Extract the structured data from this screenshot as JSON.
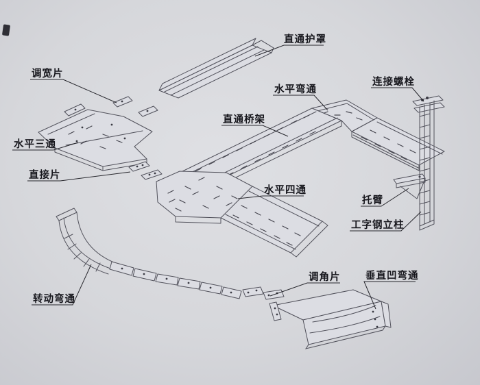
{
  "palette": {
    "paper": "#d7d8dd",
    "line": "#50505a",
    "label": "#17171d"
  },
  "labels": {
    "cover": "直通护罩",
    "width_adjust": "调宽片",
    "horizontal_bend": "水平弯通",
    "connect_bolt": "连接螺栓",
    "straight_tray": "直通桥架",
    "horizontal_tee": "水平三通",
    "direct_piece": "直接片",
    "horizontal_cross": "水平四通",
    "support_arm": "托臂",
    "i_beam_column": "工字钢立柱",
    "angle_adjust": "调角片",
    "vertical_concave_bend": "垂直凹弯通",
    "rotating_bend": "转动弯通"
  }
}
